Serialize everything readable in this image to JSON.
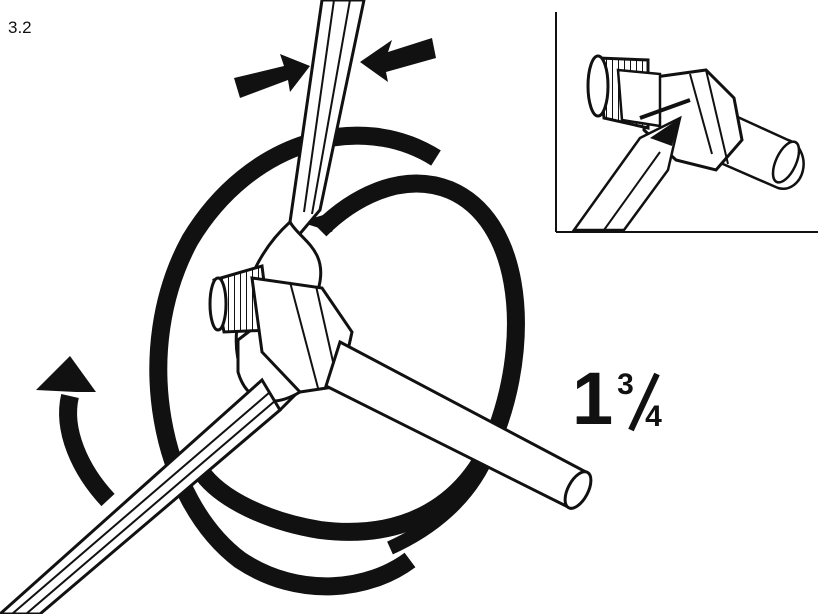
{
  "step": "3.2",
  "turns": {
    "whole": "1",
    "numerator": "3",
    "denominator": "4"
  },
  "colors": {
    "ink": "#111111",
    "paper": "#ffffff"
  },
  "icons": [
    "wrench-icon",
    "squeeze-arrow-icon",
    "rotation-arrow-icon",
    "pencil-icon"
  ]
}
